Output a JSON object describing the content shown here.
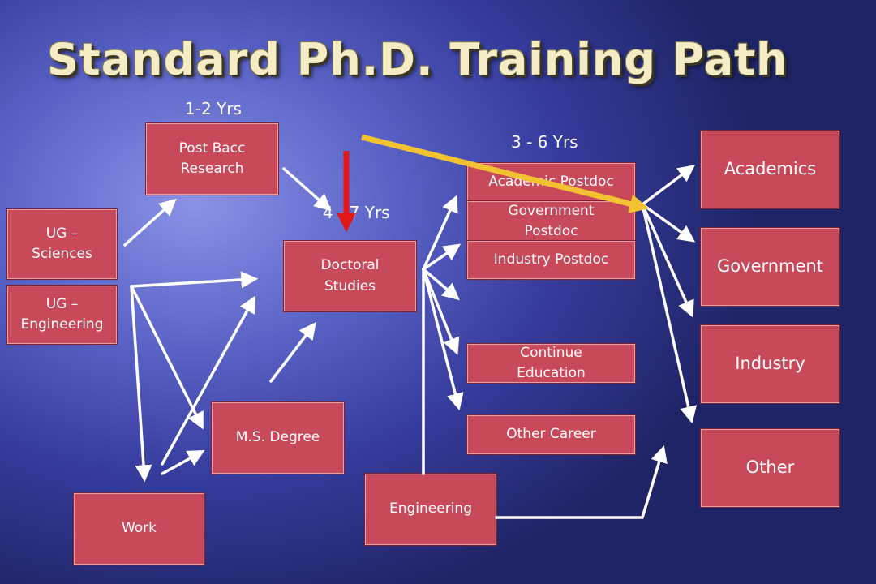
{
  "title": "Standard Ph.D. Training Path",
  "durations": {
    "post_bacc": "1-2 Yrs",
    "doctoral": "4 - 7 Yrs",
    "postdoc": "3 - 6 Yrs"
  },
  "nodes": {
    "ug_sciences": "UG –\nSciences",
    "ug_engineering": "UG –\nEngineering",
    "post_bacc": "Post Bacc\nResearch",
    "work": "Work",
    "ms_degree": "M.S. Degree",
    "doctoral": "Doctoral\nStudies",
    "engineering": "Engineering",
    "academic_postdoc": "Academic Postdoc",
    "government_postdoc": "Government\nPostdoc",
    "industry_postdoc": "Industry Postdoc",
    "continue_education": "Continue\nEducation",
    "other_career": "Other Career",
    "academics": "Academics",
    "government": "Government",
    "industry": "Industry",
    "other": "Other"
  },
  "colors": {
    "box": "#c8495a",
    "arrow": "#ffffff",
    "highlight_arrow_red": "#e01818",
    "highlight_arrow_yellow": "#f2c233",
    "title": "#f3ecc4"
  }
}
